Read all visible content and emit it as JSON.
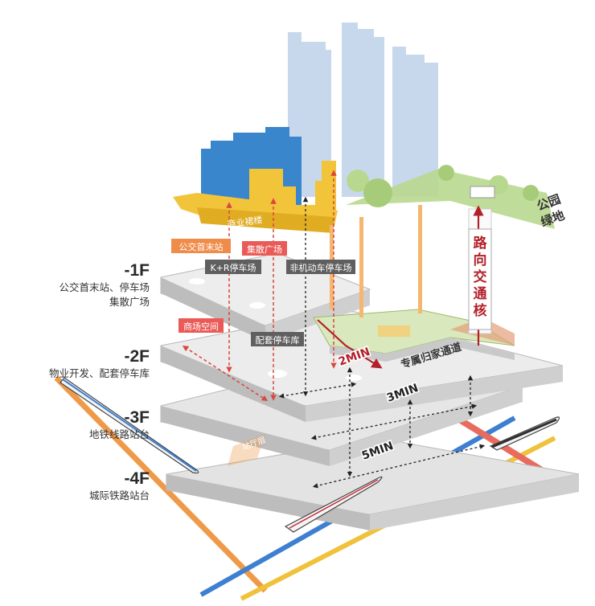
{
  "floors": [
    {
      "code": "-1F",
      "desc_lines": [
        "公交首末站、停车场",
        "集散广场"
      ]
    },
    {
      "code": "-2F",
      "desc_lines": [
        "物业开发、配套停车库"
      ]
    },
    {
      "code": "-3F",
      "desc_lines": [
        "地铁线路站台"
      ]
    },
    {
      "code": "-4F",
      "desc_lines": [
        "城际铁路站台"
      ]
    }
  ],
  "tags": {
    "bus_terminal": "公交首末站",
    "kr_parking": "K+R停车场",
    "gathering_plaza": "集散广场",
    "non_motor_parking": "非机动车停车场",
    "mall_space": "商场空间",
    "support_garage": "配套停车库",
    "commercial_podium": "商业裙楼"
  },
  "park_label": [
    "公园",
    "绿地"
  ],
  "road_label": "路向交通核",
  "home_passage": "专属归家通道",
  "concourse": "站厅层",
  "times": {
    "t2": "2MIN",
    "t3": "3MIN",
    "t5": "5MIN"
  },
  "colors": {
    "blue_building": "#3a86cc",
    "yellow_building": "#f2c43a",
    "tower": "#c8d8ec",
    "green": "#b9d88f",
    "tag_red": "#ea5b57",
    "tag_orange": "#f08c4a",
    "tag_gray": "#5f5f5f",
    "floor": "#eaeaea",
    "rail_blue": "#3d7fd0",
    "rail_yellow": "#f0c23c",
    "rail_orange": "#ef9a48",
    "rail_red": "#e96b5d"
  }
}
